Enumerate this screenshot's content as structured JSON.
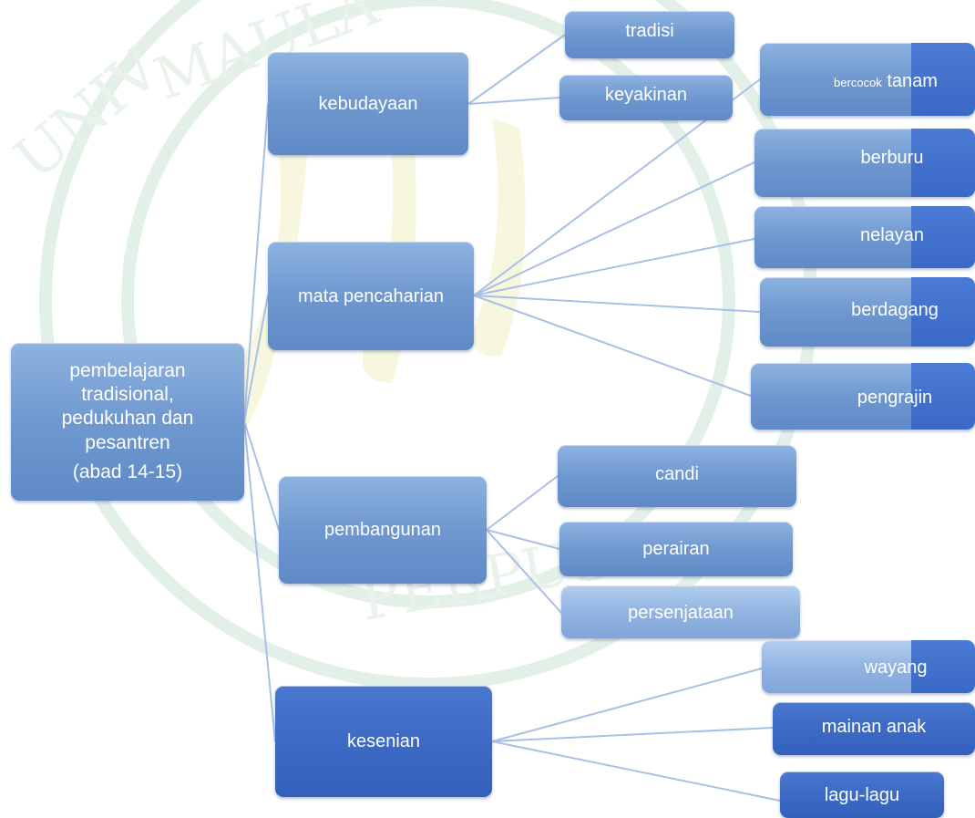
{
  "root": {
    "lines": [
      "pembelajaran",
      "tradisional,",
      "pedukuhan dan",
      "pesantren"
    ],
    "sub": "(abad 14-15)"
  },
  "branches": [
    {
      "label": "kebudayaan",
      "children": [
        "tradisi",
        "keyakinan"
      ]
    },
    {
      "label": "mata pencaharian",
      "children": [
        "bercocok tanam",
        "berburu",
        "nelayan",
        "berdagang",
        "pengrajin"
      ]
    },
    {
      "label": "pembangunan",
      "children": [
        "candi",
        "perairan",
        "persenjataan"
      ]
    },
    {
      "label": "kesenian",
      "children": [
        "wayang",
        "mainan anak",
        "lagu-lagu"
      ]
    }
  ],
  "leaf_parts": {
    "bercocok_small": "bercocok",
    "bercocok_big": "tanam"
  },
  "colors": {
    "node_medium": "#6f98d0",
    "node_dark": "#3c6ac4",
    "node_light": "#90b2e0",
    "connector": "#a9c0e6",
    "watermark": "#e6f2ea"
  }
}
